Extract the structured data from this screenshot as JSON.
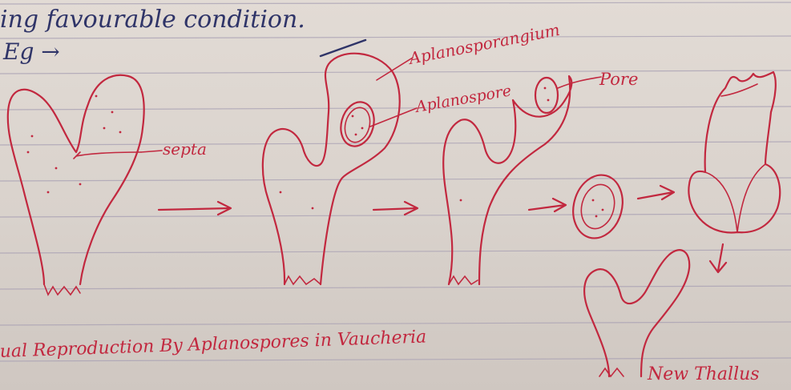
{
  "header_line": "ing favourable condition.",
  "eg_label": "Eg →",
  "labels": {
    "aplanosporangium": "Aplanosporangium",
    "aplanospore": "Aplanospore",
    "pore": "Pore",
    "septa": "septa",
    "new_thallus": "New Thallus"
  },
  "caption": "ual Reproduction By Aplanospores in Vaucheria",
  "colors": {
    "ink_red": "#c2283f",
    "paper": "#dcd5cf",
    "rule": "#a79fb3"
  }
}
